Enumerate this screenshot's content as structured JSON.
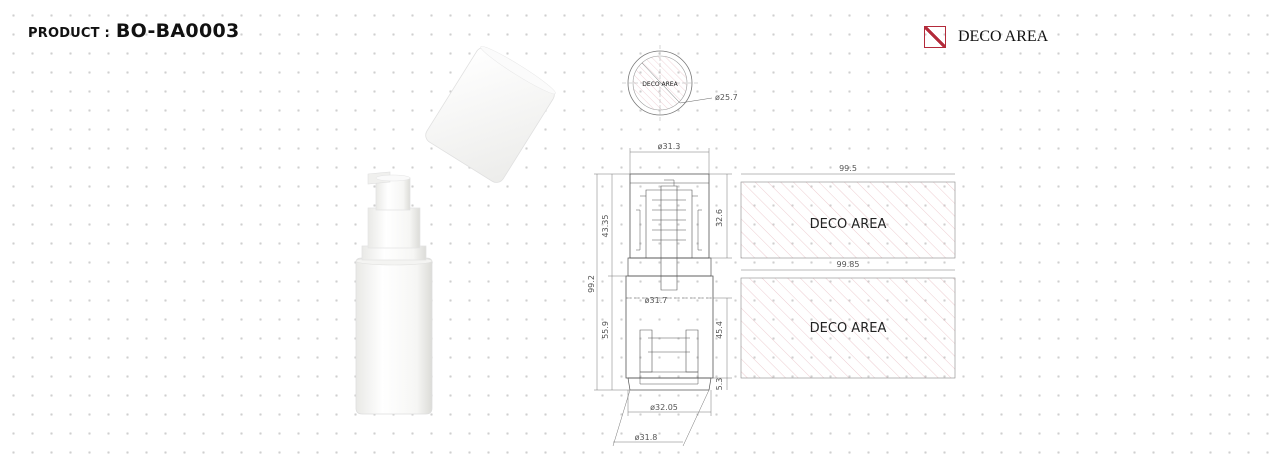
{
  "header": {
    "product_label": "PRODUCT :",
    "product_code": "BO-BA0003"
  },
  "legend": {
    "label": "DECO AREA",
    "swatch_color": "#b32a3a"
  },
  "drawing": {
    "top_view": {
      "deco_label": "DECO AREA",
      "diameter": "ø25.7"
    },
    "dimensions": {
      "d_top": "ø31.3",
      "h_cap": "43.35",
      "h_cap_deco": "32.6",
      "h_total": "99.2",
      "d_mid": "ø31.7",
      "h_body": "55.9",
      "h_body_deco": "45.4",
      "h_base": "5.3",
      "d_lower": "ø32.05",
      "d_bottom": "ø31.8",
      "w_cap_deco": "99.5",
      "w_body_deco": "99.85"
    },
    "deco_areas": {
      "cap": "DECO AREA",
      "body": "DECO AREA"
    }
  }
}
